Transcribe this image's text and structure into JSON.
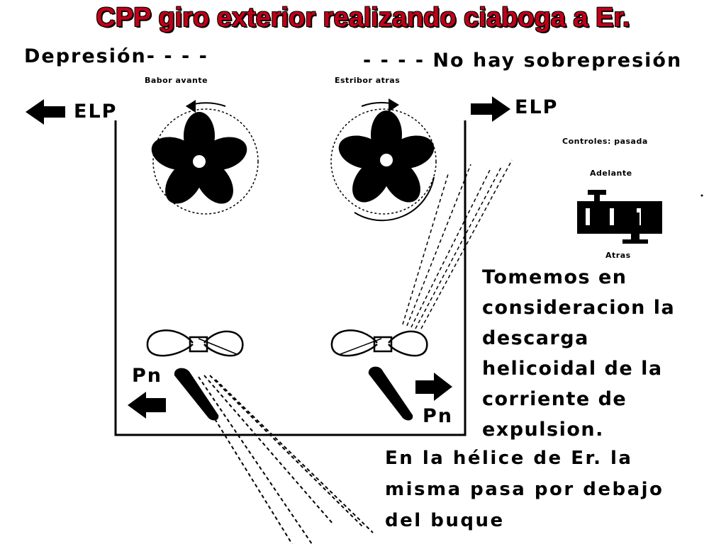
{
  "title": "CPP giro exterior realizando ciaboga a Er.",
  "labels": {
    "depresion": "Depresión- - - -",
    "sobrepresion": "- - - -  No hay sobrepresión",
    "babor_avante": "Babor avante",
    "estribor_atras": "Estribor atras",
    "elp_left": "ELP",
    "elp_right": "ELP",
    "controles": "Controles: pasada",
    "adelante": "Adelante",
    "atras": "Atras",
    "pn_left": "Pn",
    "pn_right": "Pn"
  },
  "paragraph1": {
    "lines": [
      "Tomemos en",
      "consideracion la",
      "descarga",
      "helicoidal de la",
      "corriente de",
      "expulsion."
    ]
  },
  "paragraph2": {
    "lines": [
      "En la hélice de Er. la",
      "misma pasa por debajo",
      "del buque"
    ]
  },
  "colors": {
    "title": "#c00018",
    "ink": "#000000"
  }
}
